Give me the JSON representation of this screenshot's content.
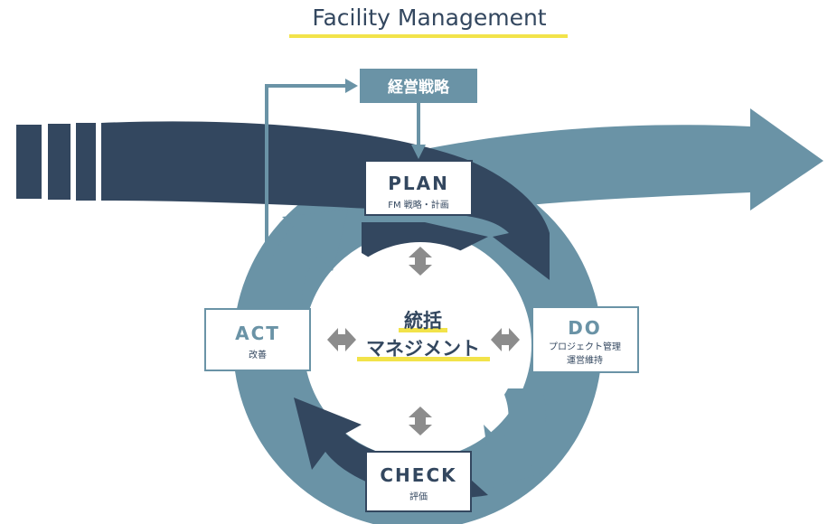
{
  "title": "Facility Management",
  "strategy_label": "経営戦略",
  "center": {
    "line1": "統括",
    "line2": "マネジメント"
  },
  "phases": {
    "plan": {
      "title": "PLAN",
      "subtitle": "FM 戦略・計画"
    },
    "do": {
      "title": "DO",
      "subtitle_line1": "プロジェクト管理",
      "subtitle_line2": "運営維持"
    },
    "check": {
      "title": "CHECK",
      "subtitle": "評価"
    },
    "act": {
      "title": "ACT",
      "subtitle": "改善"
    }
  },
  "colors": {
    "dark_navy": "#33475f",
    "steel_blue": "#6a93a6",
    "title_text": "#33475f",
    "highlight": "#f2e34a",
    "gray_arrow": "#8c8c8c",
    "box_border": "#33475f"
  }
}
